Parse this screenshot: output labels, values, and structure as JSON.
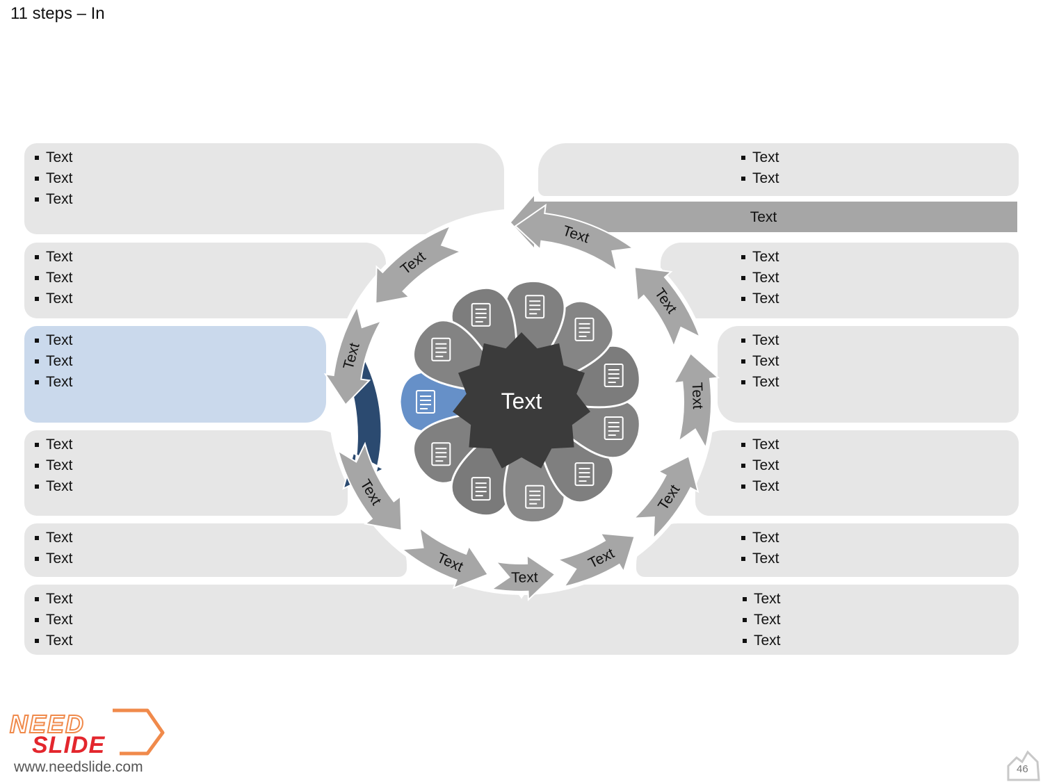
{
  "slide": {
    "title": "11 steps – In",
    "center_label": "Text",
    "website": "www.needslide.com",
    "page_number": "46",
    "logo": {
      "line1": "NEED",
      "line2": "SLIDE"
    }
  },
  "header_bar_label": "Text",
  "steps": [
    {
      "label": "Text",
      "icon": "document-pie-chart-icon",
      "active": true
    },
    {
      "label": "Text",
      "icon": "documents-stack-icon",
      "active": false
    },
    {
      "label": "Text",
      "icon": "checklist-download-icon",
      "active": false
    },
    {
      "label": "Text",
      "icon": "bar-chart-trend-icon",
      "active": false
    },
    {
      "label": "Text",
      "icon": "document-copies-icon",
      "active": false
    },
    {
      "label": "Text",
      "icon": "report-chart-icon",
      "active": false
    },
    {
      "label": "Text",
      "icon": "checklist-document-icon",
      "active": false
    },
    {
      "label": "Text",
      "icon": "document-clock-icon",
      "active": false
    },
    {
      "label": "Text",
      "icon": "badge-check-icon",
      "active": false
    },
    {
      "label": "Text",
      "icon": "document-upload-icon",
      "active": false
    },
    {
      "label": "Text",
      "icon": "calculator-percent-icon",
      "active": false
    }
  ],
  "panels_left": [
    {
      "bullets": [
        "Text",
        "Text",
        "Text"
      ]
    },
    {
      "bullets": [
        "Text",
        "Text",
        "Text"
      ]
    },
    {
      "bullets": [
        "Text",
        "Text",
        "Text"
      ],
      "active": true
    },
    {
      "bullets": [
        "Text",
        "Text",
        "Text"
      ]
    },
    {
      "bullets": [
        "Text",
        "Text"
      ]
    },
    {
      "bullets": [
        "Text",
        "Text",
        "Text"
      ]
    }
  ],
  "panels_right": [
    {
      "bullets": [
        "Text",
        "Text"
      ]
    },
    {
      "bullets": [
        "Text",
        "Text",
        "Text"
      ]
    },
    {
      "bullets": [
        "Text",
        "Text",
        "Text"
      ]
    },
    {
      "bullets": [
        "Text",
        "Text",
        "Text"
      ]
    },
    {
      "bullets": [
        "Text",
        "Text"
      ]
    },
    {
      "bullets": [
        "Text",
        "Text",
        "Text"
      ]
    }
  ],
  "colors": {
    "panel": "#e6e6e6",
    "panel_active": "#cad9ec",
    "arrow": "#a6a6a6",
    "arrow_active": "#2b4a70",
    "petal_active": "#6690c8",
    "center": "#3b3b3b",
    "logo_orange": "#f08a4b",
    "logo_red": "#e3262d"
  }
}
